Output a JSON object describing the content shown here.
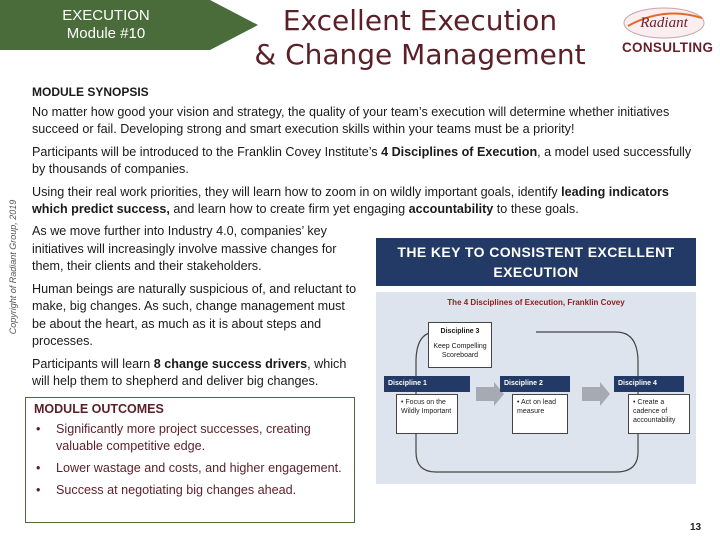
{
  "banner": {
    "line1": "EXECUTION",
    "line2": "Module #10",
    "color": "#4a6b3a"
  },
  "title": {
    "line1": "Excellent Execution",
    "line2": "& Change Management"
  },
  "logo": {
    "top": "Radiant",
    "bottom": "CONSULTING"
  },
  "copyright": "Copyright of Radiant Group, 2019",
  "synopsis": {
    "heading": "MODULE SYNOPSIS",
    "p1": "No matter how good your vision and strategy, the quality of your team’s execution will determine whether initiatives succeed or fail. Developing strong and smart execution skills within your teams must be a priority!",
    "p2_pre": "Participants will be introduced to the Franklin Covey Institute’s ",
    "p2_bold": "4 Disciplines of Execution",
    "p2_post": ", a model used successfully by thousands of companies.",
    "p3_pre": "Using their real work priorities, they will learn how to zoom in on wildly important goals, identify ",
    "p3_bold1": "leading indicators which predict success,",
    "p3_mid": " and learn how to create firm yet engaging ",
    "p3_bold2": "accountability",
    "p3_post": " to these goals.",
    "p4": "As we move further into Industry 4.0, companies’ key initiatives will increasingly involve massive changes for them, their clients and their stakeholders.",
    "p5": "Human beings are naturally suspicious of, and reluctant to make, big changes. As such, change management must be about the heart, as much as it is about steps and processes.",
    "p6_pre": "Participants will learn ",
    "p6_bold": "8 change success drivers",
    "p6_post": ", which will help them to shepherd and deliver big changes."
  },
  "outcomes": {
    "heading": "MODULE OUTCOMES",
    "bullet": "•",
    "items": [
      "Significantly more project successes, creating valuable competitive edge.",
      "Lower wastage and costs, and higher engagement.",
      "Success at negotiating big changes ahead."
    ]
  },
  "graphic": {
    "header": "THE KEY TO CONSISTENT EXCELLENT EXECUTION",
    "subtitle": "The 4 Disciplines of Execution, Franklin Covey",
    "d3_title": "Discipline 3",
    "d3_text": "Keep Compelling Scoreboard",
    "d1_title": "Discipline 1",
    "d1_text": "• Focus on the Wildly Important",
    "d2_title": "Discipline 2",
    "d2_text": "• Act on lead measure",
    "d4_title": "Discipline 4",
    "d4_text": "• Create a cadence of accountability",
    "header_color": "#233a66"
  },
  "page_number": "13"
}
